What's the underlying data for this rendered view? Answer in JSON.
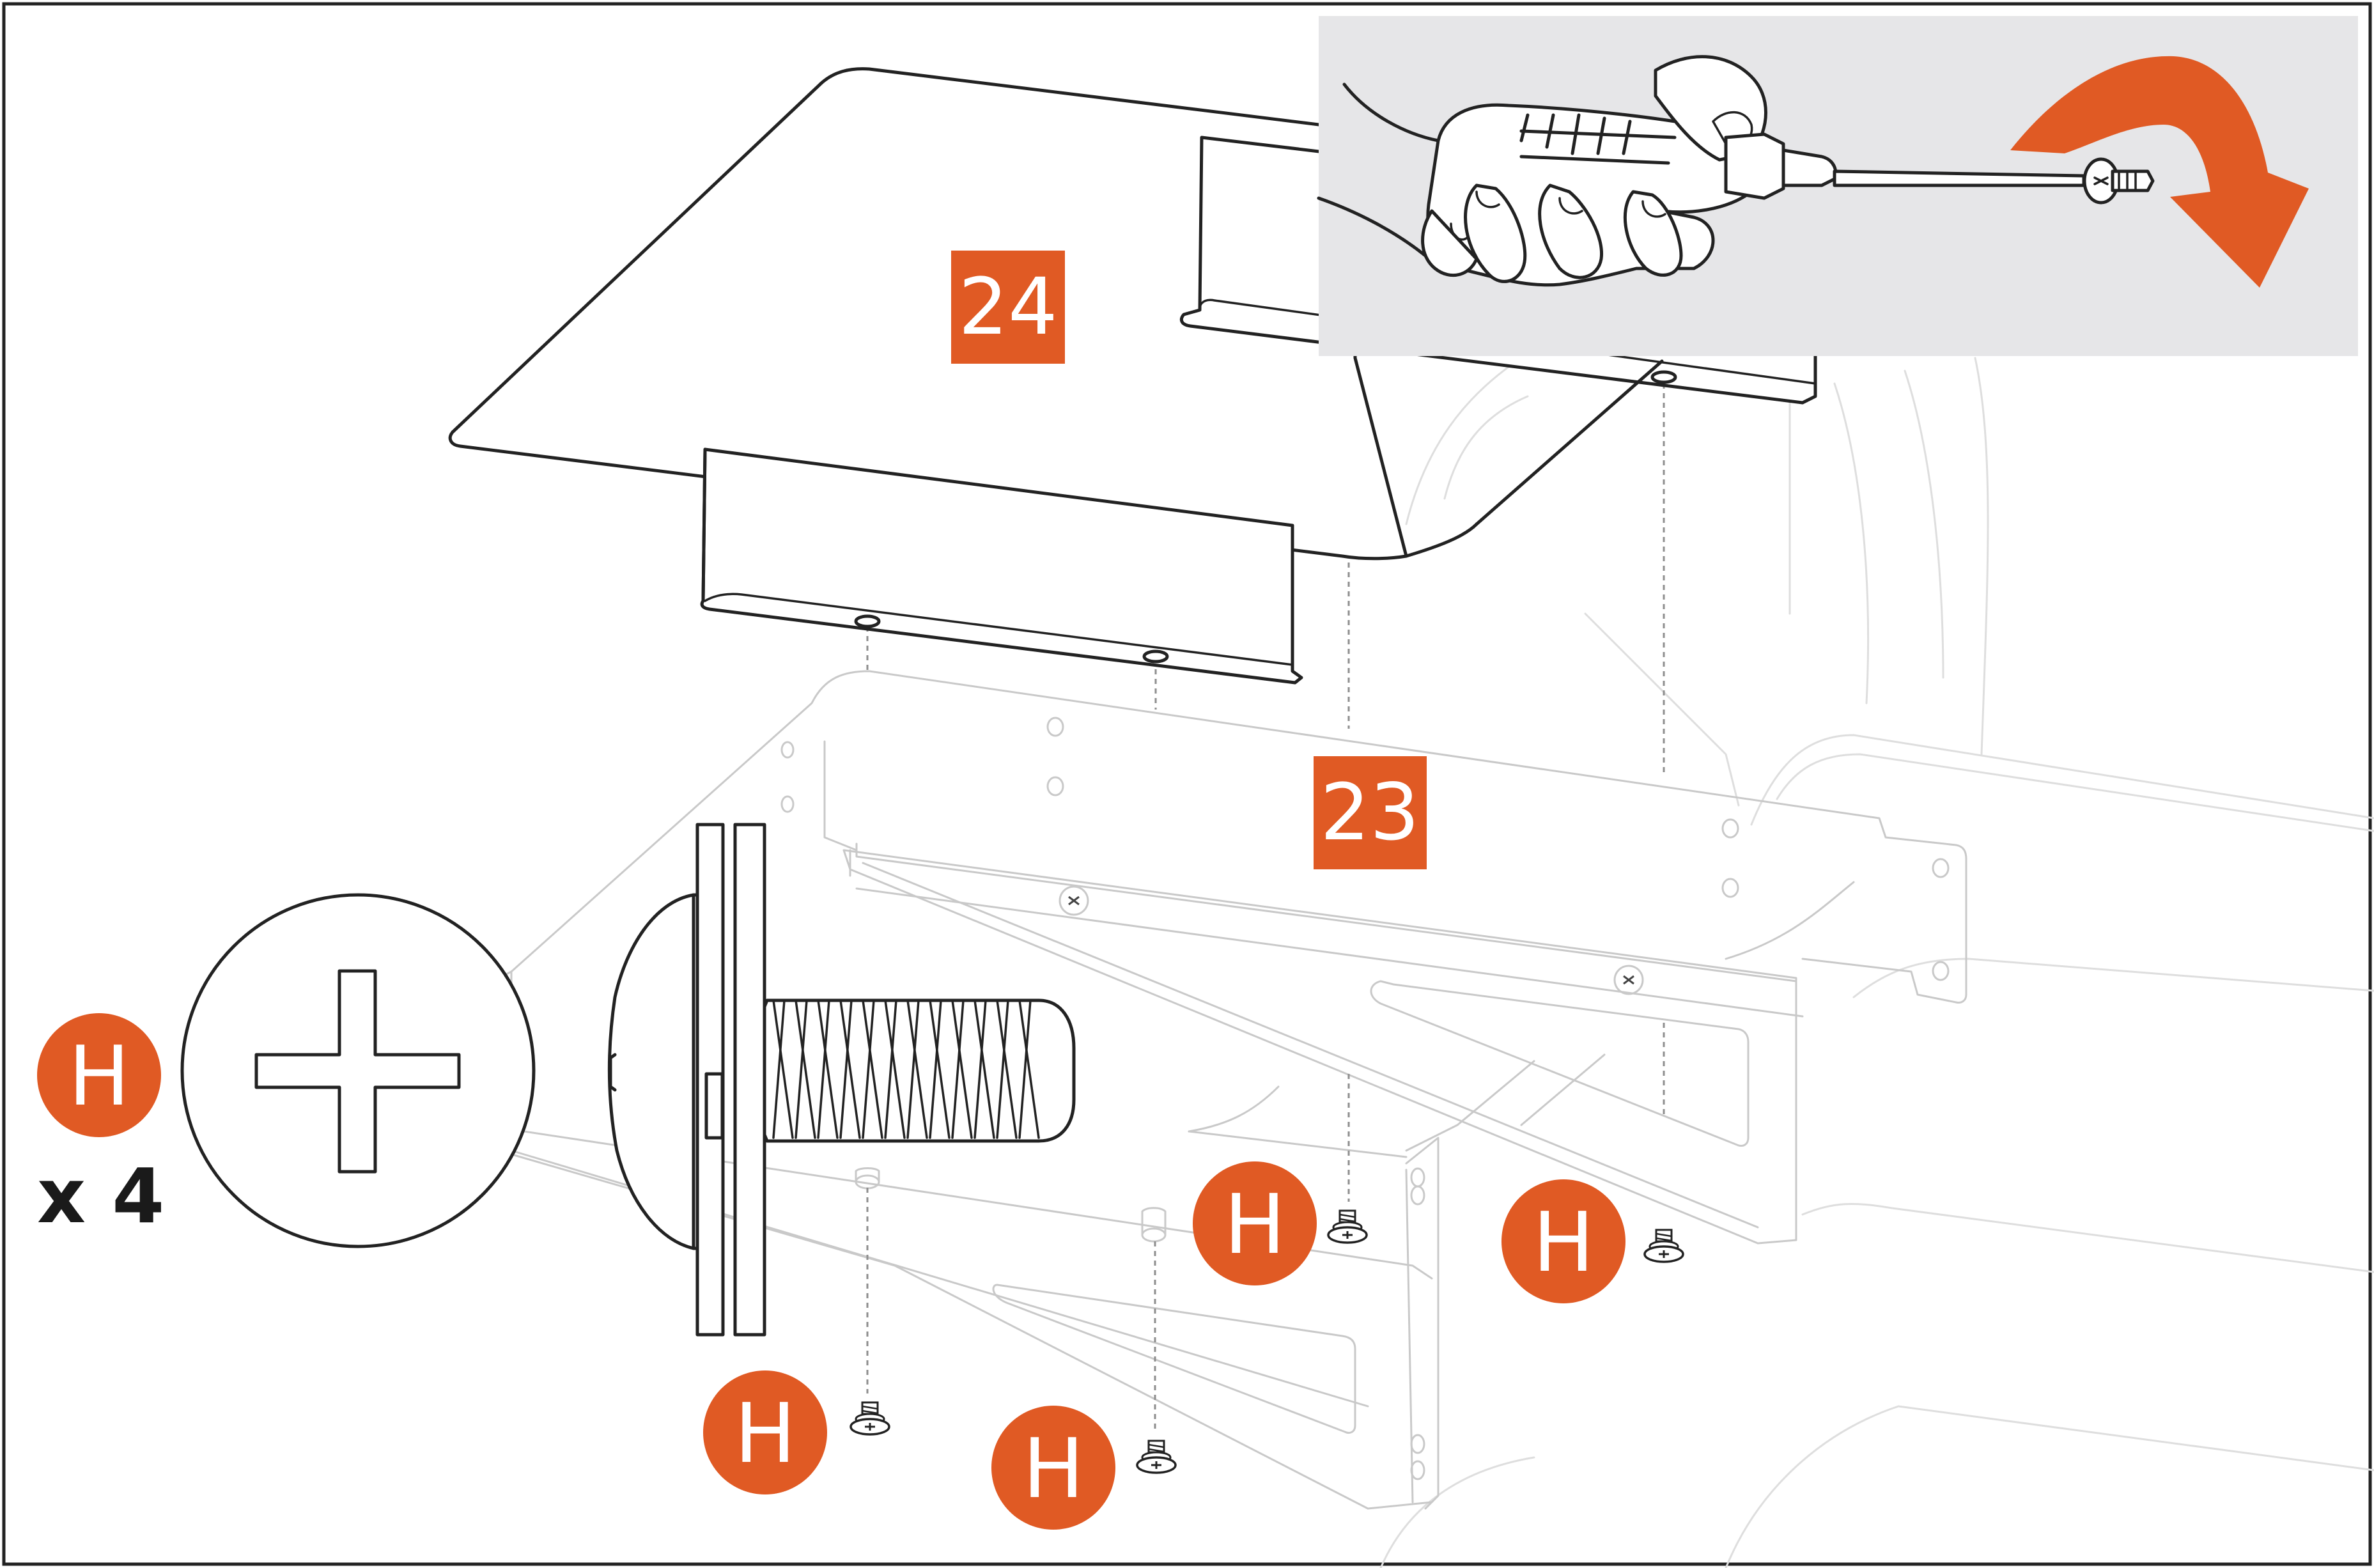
{
  "figure": {
    "accent_color": "#e05a24",
    "inset_background": "#e6e6e8"
  },
  "parts": {
    "panel_24": "24",
    "frame_23": "23"
  },
  "hardware": {
    "code": "H",
    "quantity": "x 4",
    "head_icon": "phillips-screw-icon"
  },
  "callouts": [
    "H",
    "H",
    "H",
    "H"
  ],
  "inset": {
    "action": "screwdriver-clockwise-icon"
  }
}
